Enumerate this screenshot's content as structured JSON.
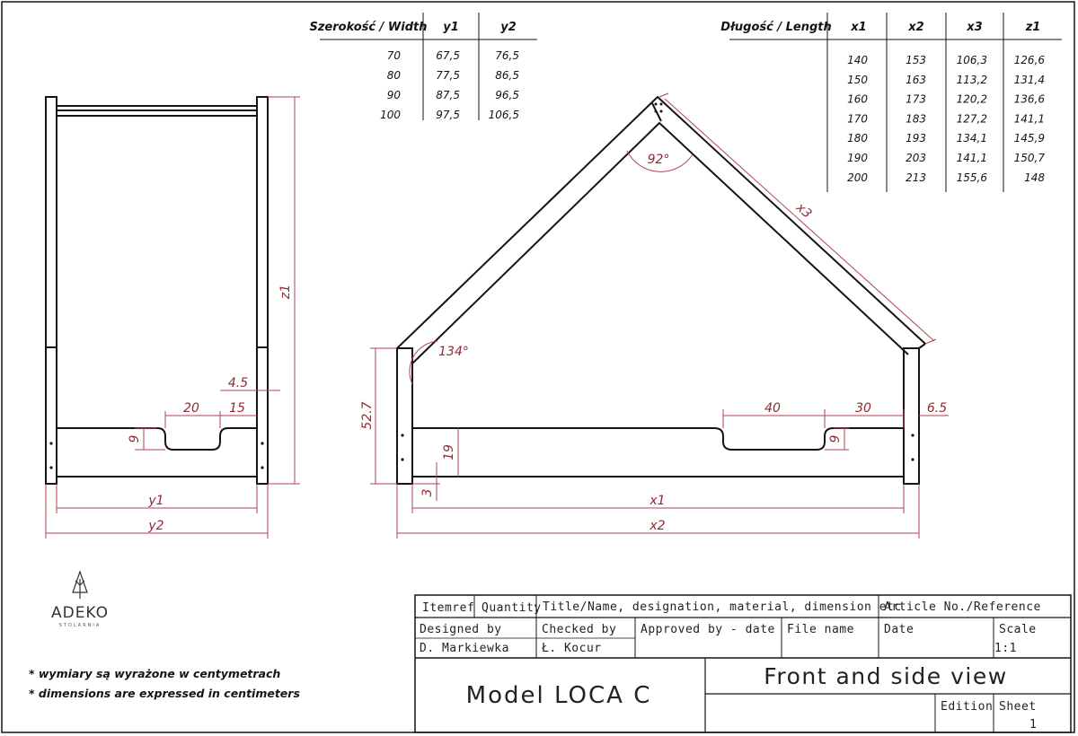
{
  "width_table": {
    "headers": [
      "Szerokość / Width",
      "y1",
      "y2"
    ],
    "rows": [
      [
        "70",
        "67,5",
        "76,5"
      ],
      [
        "80",
        "77,5",
        "86,5"
      ],
      [
        "90",
        "87,5",
        "96,5"
      ],
      [
        "100",
        "97,5",
        "106,5"
      ]
    ]
  },
  "length_table": {
    "headers": [
      "Długość / Length",
      "x1",
      "x2",
      "x3",
      "z1"
    ],
    "rows": [
      [
        "140",
        "153",
        "106,3",
        "126,6"
      ],
      [
        "150",
        "163",
        "113,2",
        "131,4"
      ],
      [
        "160",
        "173",
        "120,2",
        "136,6"
      ],
      [
        "170",
        "183",
        "127,2",
        "141,1"
      ],
      [
        "180",
        "193",
        "134,1",
        "145,9"
      ],
      [
        "190",
        "203",
        "141,1",
        "150,7"
      ],
      [
        "200",
        "213",
        "155,6",
        "148"
      ]
    ]
  },
  "side_view_dims": {
    "z1": "z1",
    "w45": "4.5",
    "w20": "20",
    "w15": "15",
    "h9": "9",
    "y1": "y1",
    "y2": "y2"
  },
  "front_view_dims": {
    "angle_top": "92°",
    "angle_side": "134°",
    "x3": "x3",
    "h527": "52.7",
    "h19": "19",
    "h3": "3",
    "w40": "40",
    "w30": "30",
    "w65": "6.5",
    "h9": "9",
    "x1": "x1",
    "x2": "x2"
  },
  "logo": {
    "name": "ADEKO",
    "sub": "STOLARNIA"
  },
  "notes": [
    "* wymiary są wyrażone w centymetrach",
    "* dimensions are expressed in centimeters"
  ],
  "title_block": {
    "itemref": "Itemref",
    "quantity": "Quantity",
    "title_name": "Title/Name, designation, material, dimension etc",
    "article": "Article No./Reference",
    "designed_by_label": "Designed by",
    "designed_by": "D. Markiewka",
    "checked_by_label": "Checked by",
    "checked_by": "Ł. Kocur",
    "approved_label": "Approved by - date",
    "file_name_label": "File name",
    "date_label": "Date",
    "scale_label": "Scale",
    "scale_value": "1:1",
    "model": "Model LOCA C",
    "view_title": "Front and side view",
    "edition_label": "Edition",
    "sheet_label": "Sheet",
    "sheet_value": "1"
  }
}
